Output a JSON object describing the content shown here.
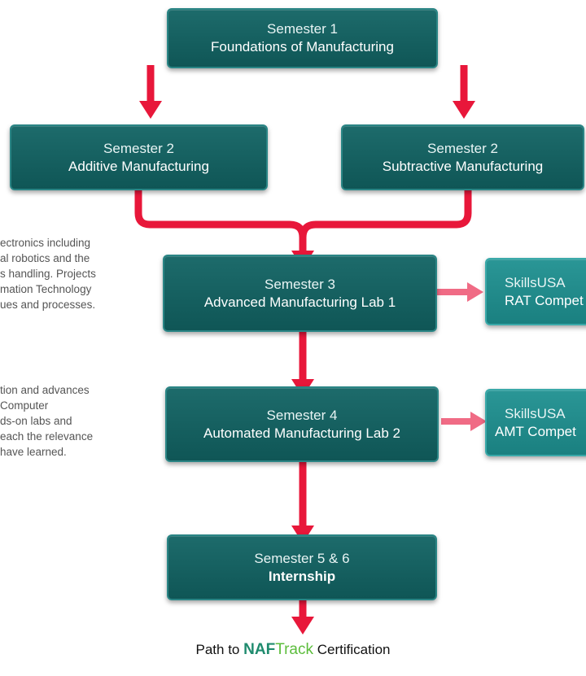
{
  "boxes": {
    "sem1": {
      "line1": "Semester 1",
      "line2": "Foundations of Manufacturing"
    },
    "sem2_add": {
      "line1": "Semester 2",
      "line2": "Additive Manufacturing"
    },
    "sem2_sub": {
      "line1": "Semester 2",
      "line2": "Subtractive Manufacturing"
    },
    "sem3": {
      "line1": "Semester 3",
      "line2": "Advanced Manufacturing Lab 1"
    },
    "sem4": {
      "line1": "Semester 4",
      "line2": "Automated Manufacturing Lab 2"
    },
    "sem56": {
      "line1": "Semester 5 & 6",
      "line2": "Internship"
    },
    "skills1": {
      "line1": "SkillsUSA",
      "line2": "RAT Compet"
    },
    "skills2": {
      "line1": "SkillsUSA",
      "line2": "AMT Compet"
    }
  },
  "side_text": {
    "block1": [
      "ectronics including",
      "al robotics and the",
      "s handling. Projects",
      "mation Technology",
      "ues and processes."
    ],
    "block2": [
      "tion and advances",
      "Computer",
      "ds-on labs and",
      "each the relevance",
      "have learned."
    ]
  },
  "footer": {
    "prefix": "Path to",
    "logo_naf": "NAF",
    "logo_track": "Track",
    "suffix": "Certification"
  },
  "colors": {
    "box": "#0f5656",
    "side_box": "#1a8080",
    "arrow": "#e8173a",
    "side_arrow": "#f06b85",
    "logo_naf": "#1f8b6e",
    "logo_track": "#5cbd3c"
  }
}
